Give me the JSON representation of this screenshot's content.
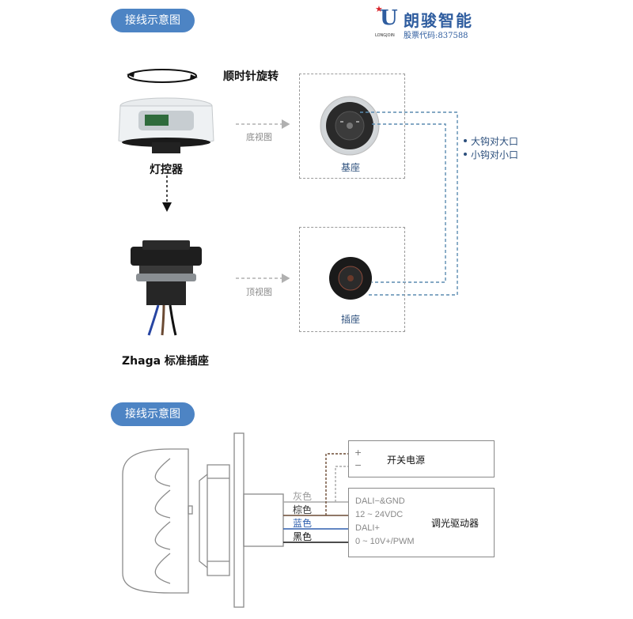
{
  "section_title_1": "接线示意图",
  "section_title_2": "接线示意图",
  "brand": {
    "logo_letter": "U",
    "logo_sub": "LONGJOIN",
    "name": "朗骏智能",
    "stock_label": "股票代码:",
    "stock_code": "837588"
  },
  "top": {
    "rotate_label": "顺时针旋转",
    "controller_label": "灯控器",
    "socket_label": "Zhaga 标准插座",
    "bottom_view_label": "底视图",
    "top_view_label": "顶视图",
    "base_label": "基座",
    "plug_label": "插座",
    "notes": [
      "大钩对大口",
      "小钩对小口"
    ]
  },
  "wiring": {
    "wires": [
      {
        "color_name": "灰色",
        "color": "#a9a9a9"
      },
      {
        "color_name": "棕色",
        "color": "#6b4a33"
      },
      {
        "color_name": "蓝色",
        "color": "#2e5fae"
      },
      {
        "color_name": "黑色",
        "color": "#111111"
      }
    ],
    "psu": {
      "label": "开关电源",
      "plus": "+",
      "minus": "−"
    },
    "driver": {
      "label": "调光驱动器",
      "terminals": [
        "DALI−&GND",
        "12 ~ 24VDC",
        "DALI+",
        "0 ~ 10V+/PWM"
      ]
    }
  }
}
